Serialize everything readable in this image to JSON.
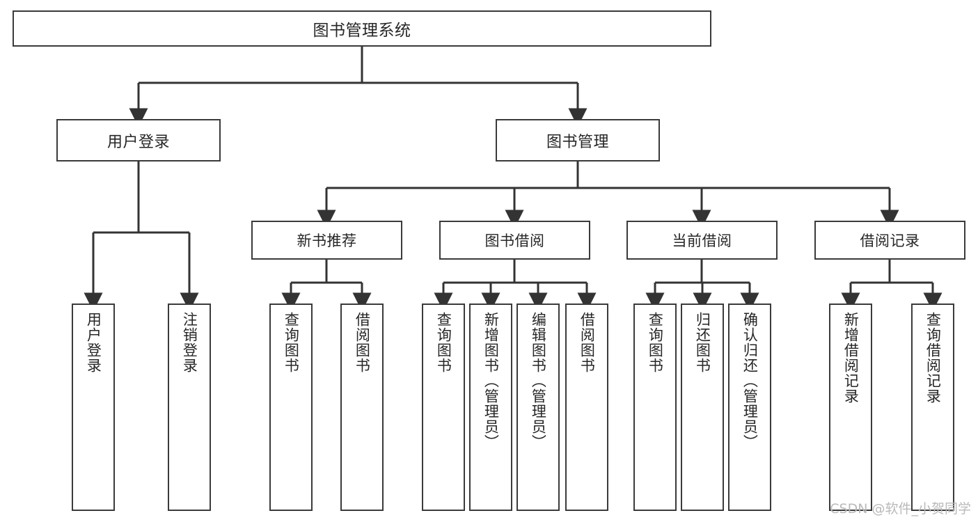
{
  "diagram": {
    "type": "tree",
    "title": "图书管理系统",
    "theme": {
      "background": "#ffffff",
      "box_border": "#3a3a3a",
      "box_fill": "#ffffff",
      "text": "#262626",
      "connector": "#333333",
      "watermark": "#b9b9b9"
    },
    "root": {
      "label": "图书管理系统"
    },
    "level2": [
      {
        "label": "用户登录"
      },
      {
        "label": "图书管理"
      }
    ],
    "level3": [
      {
        "label": "新书推荐"
      },
      {
        "label": "图书借阅"
      },
      {
        "label": "当前借阅"
      },
      {
        "label": "借阅记录"
      }
    ],
    "leaves": {
      "user_login": [
        {
          "label": "用户登录"
        },
        {
          "label": "注销登录"
        }
      ],
      "new_book_recommend": [
        {
          "label": "查询图书"
        },
        {
          "label": "借阅图书"
        }
      ],
      "book_borrow": [
        {
          "label": "查询图书"
        },
        {
          "label": "新增图书（管理员）"
        },
        {
          "label": "编辑图书（管理员）"
        },
        {
          "label": "借阅图书"
        }
      ],
      "current_borrow": [
        {
          "label": "查询图书"
        },
        {
          "label": "归还图书"
        },
        {
          "label": "确认归还（管理员）"
        }
      ],
      "borrow_record": [
        {
          "label": "新增借阅记录"
        },
        {
          "label": "查询借阅记录"
        }
      ]
    },
    "watermark": "CSDN @软件_小贺同学"
  }
}
